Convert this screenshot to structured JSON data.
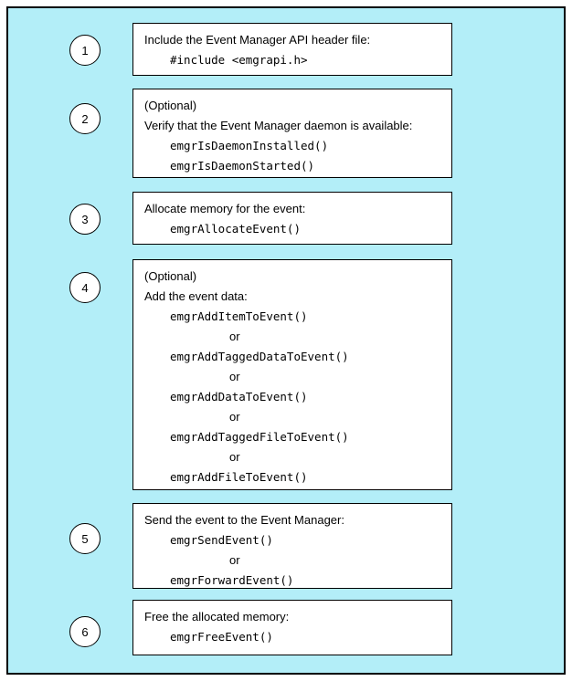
{
  "page": {
    "panel_color": "#b3eef8",
    "border_color": "#000000",
    "box_color": "#ffffff"
  },
  "steps": [
    {
      "number": "1",
      "lines": [
        {
          "kind": "text",
          "text": "Include the Event Manager API header file:"
        },
        {
          "kind": "code",
          "text": "#include <emgrapi.h>"
        }
      ]
    },
    {
      "number": "2",
      "lines": [
        {
          "kind": "text",
          "text": "(Optional)"
        },
        {
          "kind": "text",
          "text": "Verify that the Event Manager daemon is available:"
        },
        {
          "kind": "code",
          "text": "emgrIsDaemonInstalled()"
        },
        {
          "kind": "code",
          "text": "emgrIsDaemonStarted()"
        }
      ]
    },
    {
      "number": "3",
      "lines": [
        {
          "kind": "text",
          "text": "Allocate memory for the event:"
        },
        {
          "kind": "code",
          "text": "emgrAllocateEvent()"
        }
      ]
    },
    {
      "number": "4",
      "lines": [
        {
          "kind": "text",
          "text": "(Optional)"
        },
        {
          "kind": "text",
          "text": "Add the event data:"
        },
        {
          "kind": "code",
          "text": "emgrAddItemToEvent()"
        },
        {
          "kind": "or",
          "text": "or"
        },
        {
          "kind": "code",
          "text": "emgrAddTaggedDataToEvent()"
        },
        {
          "kind": "or",
          "text": "or"
        },
        {
          "kind": "code",
          "text": "emgrAddDataToEvent()"
        },
        {
          "kind": "or",
          "text": "or"
        },
        {
          "kind": "code",
          "text": "emgrAddTaggedFileToEvent()"
        },
        {
          "kind": "or",
          "text": "or"
        },
        {
          "kind": "code",
          "text": "emgrAddFileToEvent()"
        }
      ]
    },
    {
      "number": "5",
      "lines": [
        {
          "kind": "text",
          "text": "Send the event to the Event Manager:"
        },
        {
          "kind": "code",
          "text": "emgrSendEvent()"
        },
        {
          "kind": "or",
          "text": "or"
        },
        {
          "kind": "code",
          "text": "emgrForwardEvent()"
        }
      ]
    },
    {
      "number": "6",
      "lines": [
        {
          "kind": "text",
          "text": "Free the allocated memory:"
        },
        {
          "kind": "code",
          "text": "emgrFreeEvent()"
        }
      ]
    }
  ]
}
